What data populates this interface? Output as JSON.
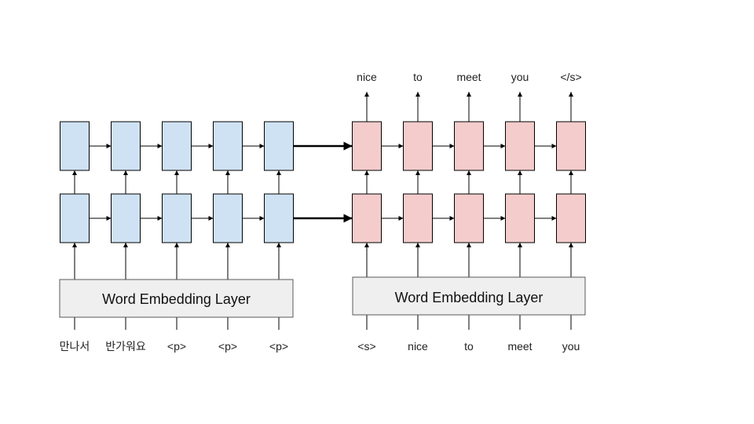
{
  "encoder": {
    "inputs": [
      "만나서",
      "반가워요",
      "<p>",
      "<p>",
      "<p>"
    ],
    "embedding_label": "Word Embedding Layer",
    "cell_fill": "#cfe2f3"
  },
  "decoder": {
    "inputs": [
      "<s>",
      "nice",
      "to",
      "meet",
      "you"
    ],
    "outputs": [
      "nice",
      "to",
      "meet",
      "you",
      "</s>"
    ],
    "embedding_label": "Word Embedding Layer",
    "cell_fill": "#f4cccc"
  },
  "colors": {
    "embedding_fill": "#efefef",
    "stroke": "#000000"
  }
}
